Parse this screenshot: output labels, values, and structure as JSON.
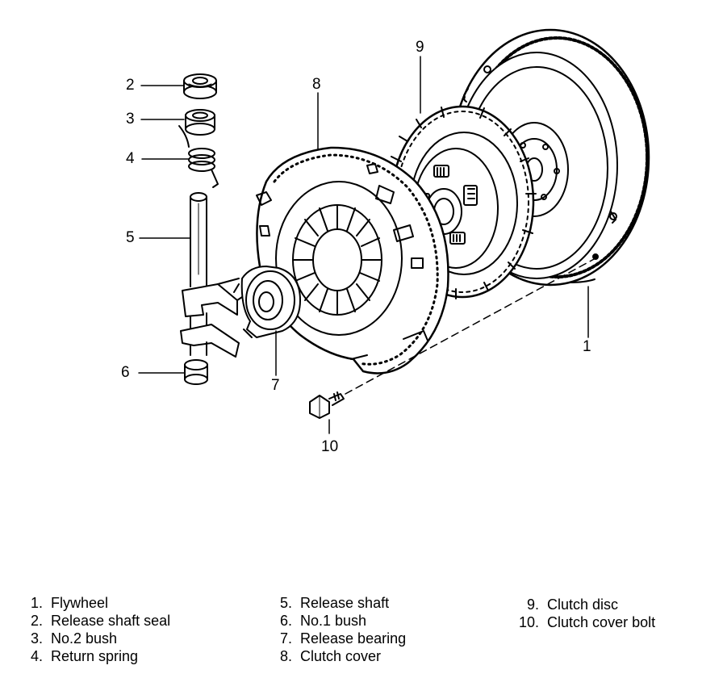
{
  "callouts": [
    "1",
    "2",
    "3",
    "4",
    "5",
    "6",
    "7",
    "8",
    "9",
    "10"
  ],
  "legend": [
    {
      "num": "1.",
      "label": "Flywheel"
    },
    {
      "num": "2.",
      "label": "Release shaft seal"
    },
    {
      "num": "3.",
      "label": "No.2 bush"
    },
    {
      "num": "4.",
      "label": "Return spring"
    },
    {
      "num": "5.",
      "label": "Release shaft"
    },
    {
      "num": "6.",
      "label": "No.1 bush"
    },
    {
      "num": "7.",
      "label": "Release bearing"
    },
    {
      "num": "8.",
      "label": "Clutch cover"
    },
    {
      "num": "9.",
      "label": "Clutch disc"
    },
    {
      "num": "10.",
      "label": "Clutch cover bolt"
    }
  ]
}
